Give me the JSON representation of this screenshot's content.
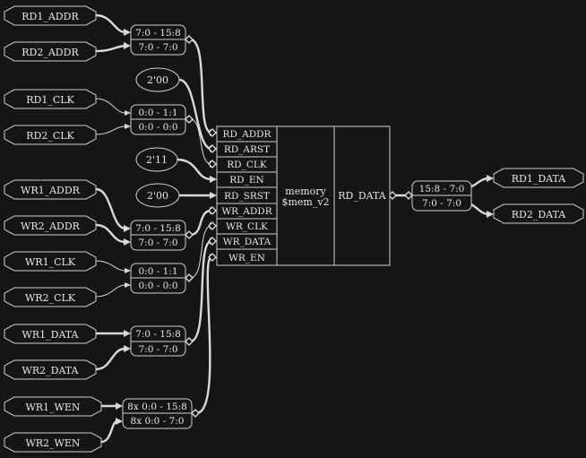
{
  "inputs": {
    "rd1_addr": "RD1_ADDR",
    "rd2_addr": "RD2_ADDR",
    "rd1_clk": "RD1_CLK",
    "rd2_clk": "RD2_CLK",
    "wr1_addr": "WR1_ADDR",
    "wr2_addr": "WR2_ADDR",
    "wr1_clk": "WR1_CLK",
    "wr2_clk": "WR2_CLK",
    "wr1_data": "WR1_DATA",
    "wr2_data": "WR2_DATA",
    "wr1_wen": "WR1_WEN",
    "wr2_wen": "WR2_WEN"
  },
  "outputs": {
    "rd1_data": "RD1_DATA",
    "rd2_data": "RD2_DATA"
  },
  "constants": {
    "c_rd_arst": "2'00",
    "c_rd_en": "2'11",
    "c_rd_srst": "2'00"
  },
  "concat_rd_addr": {
    "top": "7:0 - 15:8",
    "bottom": "7:0 - 7:0"
  },
  "concat_rd_clk": {
    "top": "0:0 - 1:1",
    "bottom": "0:0 - 0:0"
  },
  "concat_wr_addr": {
    "top": "7:0 - 15:8",
    "bottom": "7:0 - 7:0"
  },
  "concat_wr_clk": {
    "top": "0:0 - 1:1",
    "bottom": "0:0 - 0:0"
  },
  "concat_wr_data": {
    "top": "7:0 - 15:8",
    "bottom": "7:0 - 7:0"
  },
  "concat_wr_en": {
    "top": "8x 0:0 - 15:8",
    "bottom": "8x 0:0 - 7:0"
  },
  "split_rd_data": {
    "top": "15:8 - 7:0",
    "bottom": "7:0 - 7:0"
  },
  "memory": {
    "ports_in": [
      "RD_ADDR",
      "RD_ARST",
      "RD_CLK",
      "RD_EN",
      "RD_SRST",
      "WR_ADDR",
      "WR_CLK",
      "WR_DATA",
      "WR_EN"
    ],
    "type": "memory",
    "name": "$mem_v2",
    "port_out": "RD_DATA"
  },
  "colors": {
    "background": "#141517",
    "stroke": "#d9d9d9",
    "text": "#e6e6e6"
  }
}
